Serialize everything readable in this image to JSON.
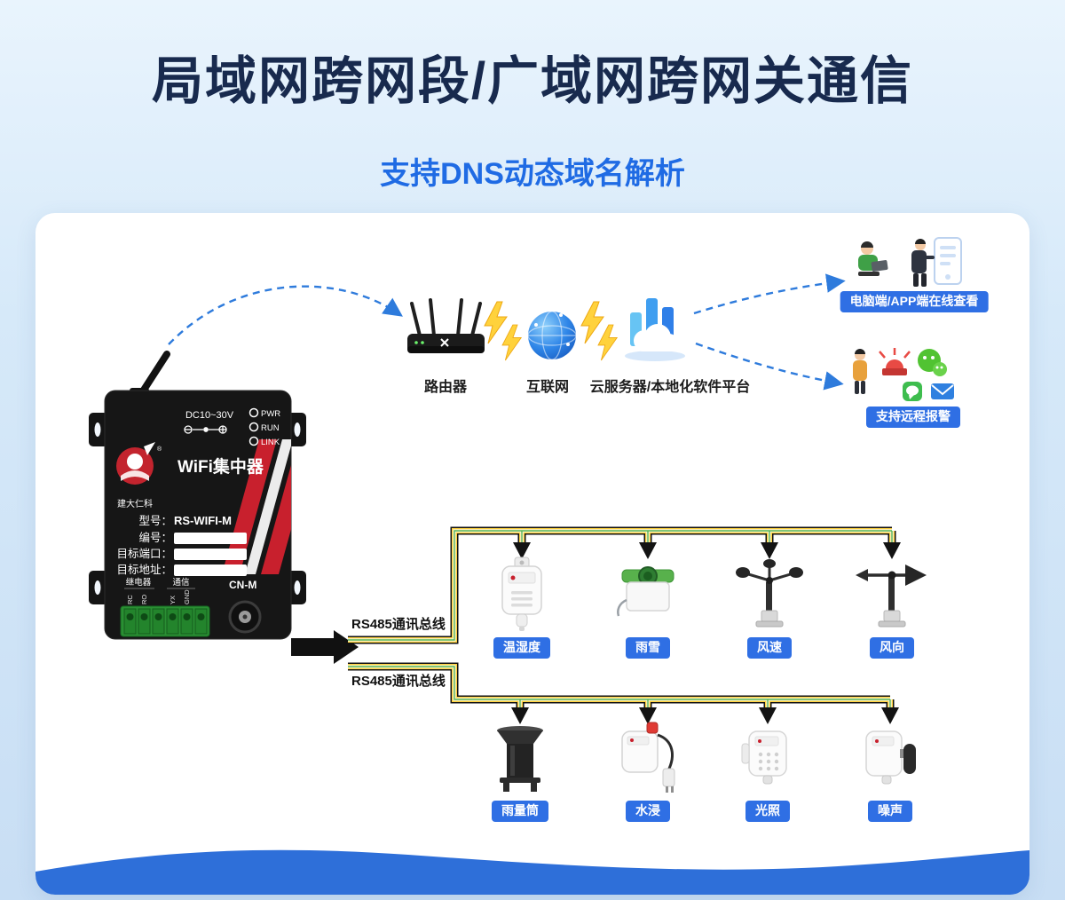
{
  "page": {
    "title": "局域网跨网段/广域网跨网关通信",
    "subtitle": "支持DNS动态域名解析"
  },
  "device": {
    "power_label": "DC10~30V",
    "leds": [
      {
        "label": "PWR"
      },
      {
        "label": "RUN"
      },
      {
        "label": "LINK"
      }
    ],
    "name": "WiFi集中器",
    "brand": "建大仁科",
    "reg_mark": "®",
    "fields": [
      {
        "label": "型号：",
        "value": "RS-WIFI-M"
      },
      {
        "label": "编号：",
        "value": ""
      },
      {
        "label": "目标端口：",
        "value": ""
      },
      {
        "label": "目标地址：",
        "value": ""
      }
    ],
    "relay_label": "继电器",
    "comm_label": "通信",
    "pins": [
      {
        "label": "RC"
      },
      {
        "label": "RO"
      },
      {
        "label": "YX"
      },
      {
        "label": "GND"
      }
    ],
    "port_label": "CN-M"
  },
  "network": {
    "router_label": "路由器",
    "internet_label": "互联网",
    "cloud_label": "云服务器/本地化软件平台",
    "callout_online": "电脑端/APP端在线查看",
    "callout_alarm": "支持远程报警"
  },
  "bus": {
    "line1_label": "RS485通讯总线",
    "line2_label": "RS485通讯总线"
  },
  "sensors_row1": [
    {
      "label": "温湿度"
    },
    {
      "label": "雨雪"
    },
    {
      "label": "风速"
    },
    {
      "label": "风向"
    }
  ],
  "sensors_row2": [
    {
      "label": "雨量筒"
    },
    {
      "label": "水浸"
    },
    {
      "label": "光照"
    },
    {
      "label": "噪声"
    }
  ],
  "colors": {
    "title": "#182a4e",
    "subtitle": "#1f6be4",
    "badge_blue": "#2f6fe4",
    "dashed_arrow_blue": "#2e7bdc",
    "wave_blue": "#2e6fd9",
    "bolt_yellow": "#ffd23c",
    "device_red": "#c8202d",
    "terminal_green": "#2a8f33",
    "bus_yellow": "#ffd23c",
    "bus_green": "#58b44c"
  }
}
